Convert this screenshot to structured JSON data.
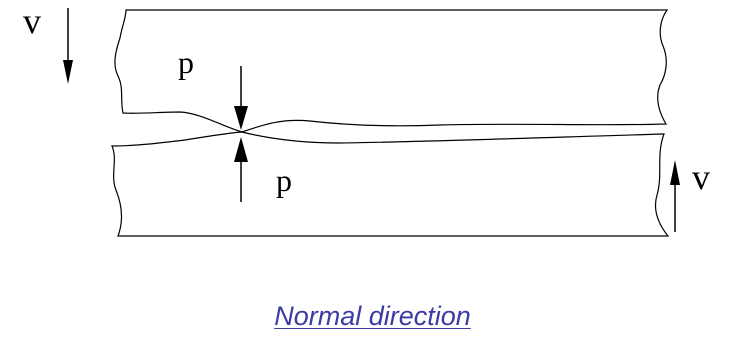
{
  "labels": {
    "velocity_top": "v",
    "pressure_top": "p",
    "pressure_bottom": "p",
    "velocity_bottom": "v"
  },
  "caption": "Normal direction",
  "colors": {
    "lines": "#000000",
    "caption": "#3b3ba3",
    "background": "#ffffff"
  }
}
